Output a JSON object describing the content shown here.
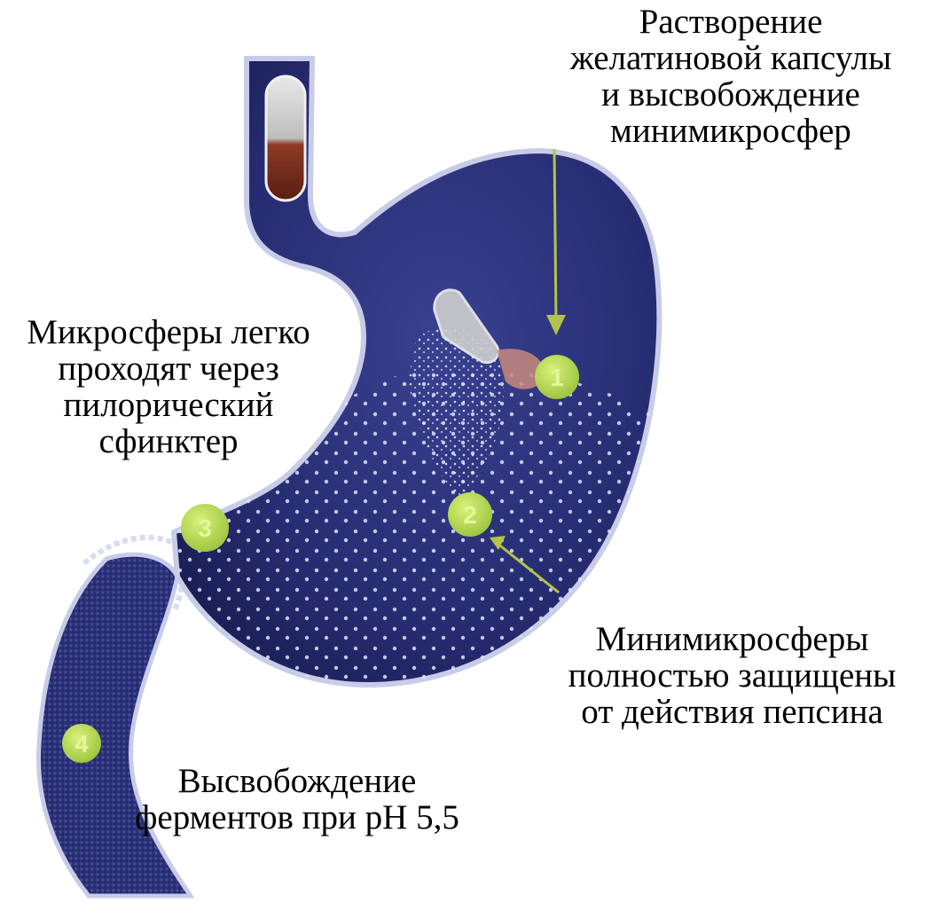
{
  "diagram": {
    "captions": {
      "dissolution": {
        "lines": [
          "Растворение",
          "желатиновой капсулы",
          "и высвобождение",
          "минимикросфер"
        ]
      },
      "pylorus": {
        "lines": [
          "Микросферы легко",
          "проходят через",
          "пилорический",
          "сфинктер"
        ]
      },
      "protected": {
        "lines": [
          "Минимикросферы",
          "полностью защищены",
          "от действия пепсина"
        ]
      },
      "release": {
        "lines": [
          "Высвобождение",
          "ферментов при pH 5,5"
        ]
      }
    },
    "markers": [
      {
        "number": "1"
      },
      {
        "number": "2"
      },
      {
        "number": "3"
      },
      {
        "number": "4"
      }
    ],
    "colors": {
      "organ": "#222766",
      "organ_light": "#3a4191",
      "marker": "#b9e05a",
      "arrow": "#b3c24a",
      "capsule_top": "#d6d6d6",
      "capsule_bottom": "#7a2a1c"
    }
  }
}
